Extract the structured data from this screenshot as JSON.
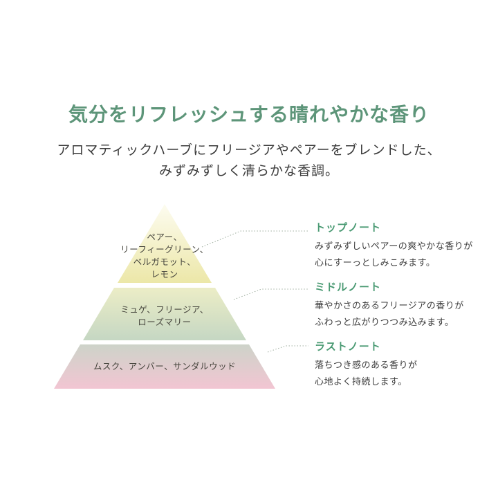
{
  "header": {
    "title": "気分をリフレッシュする晴れやかな香り",
    "subtitle_lines": [
      "アロマティックハーブにフリージアやペアーをブレンドした、",
      "みずみずしく清らかな香調。"
    ]
  },
  "pyramid": {
    "layers": [
      {
        "id": "top",
        "lines": [
          "ペアー、",
          "リーフィーグリーン、",
          "ベルガモット、",
          "レモン"
        ],
        "gradient": {
          "from": "#fdfcf0",
          "to": "#ece7a8"
        }
      },
      {
        "id": "middle",
        "lines": [
          "ミュゲ、フリージア、",
          "ローズマリー"
        ],
        "gradient": {
          "from": "#ecedc6",
          "to": "#c5d7c3"
        }
      },
      {
        "id": "last",
        "lines": [
          "ムスク、アンバー、サンダルウッド"
        ],
        "gradient": {
          "from": "#cdd3c9",
          "to": "#f2c5d2"
        }
      }
    ]
  },
  "notes": [
    {
      "label": "トップノート",
      "desc_lines": [
        "みずみずしいペアーの爽やかな香りが",
        "心にすーっとしみこみます。"
      ]
    },
    {
      "label": "ミドルノート",
      "desc_lines": [
        "華やかさのあるフリージアの香りが",
        "ふわっと広がりつつみ込みます。"
      ]
    },
    {
      "label": "ラストノート",
      "desc_lines": [
        "落ちつき感のある香りが",
        "心地よく持続します。"
      ]
    }
  ],
  "colors": {
    "background": "#ffffff",
    "title_green": "#5d9579",
    "note_green": "#4a9a73",
    "body_text": "#3c3c3c",
    "pyramid_text": "#45443c",
    "connector": "#9fae9f"
  }
}
